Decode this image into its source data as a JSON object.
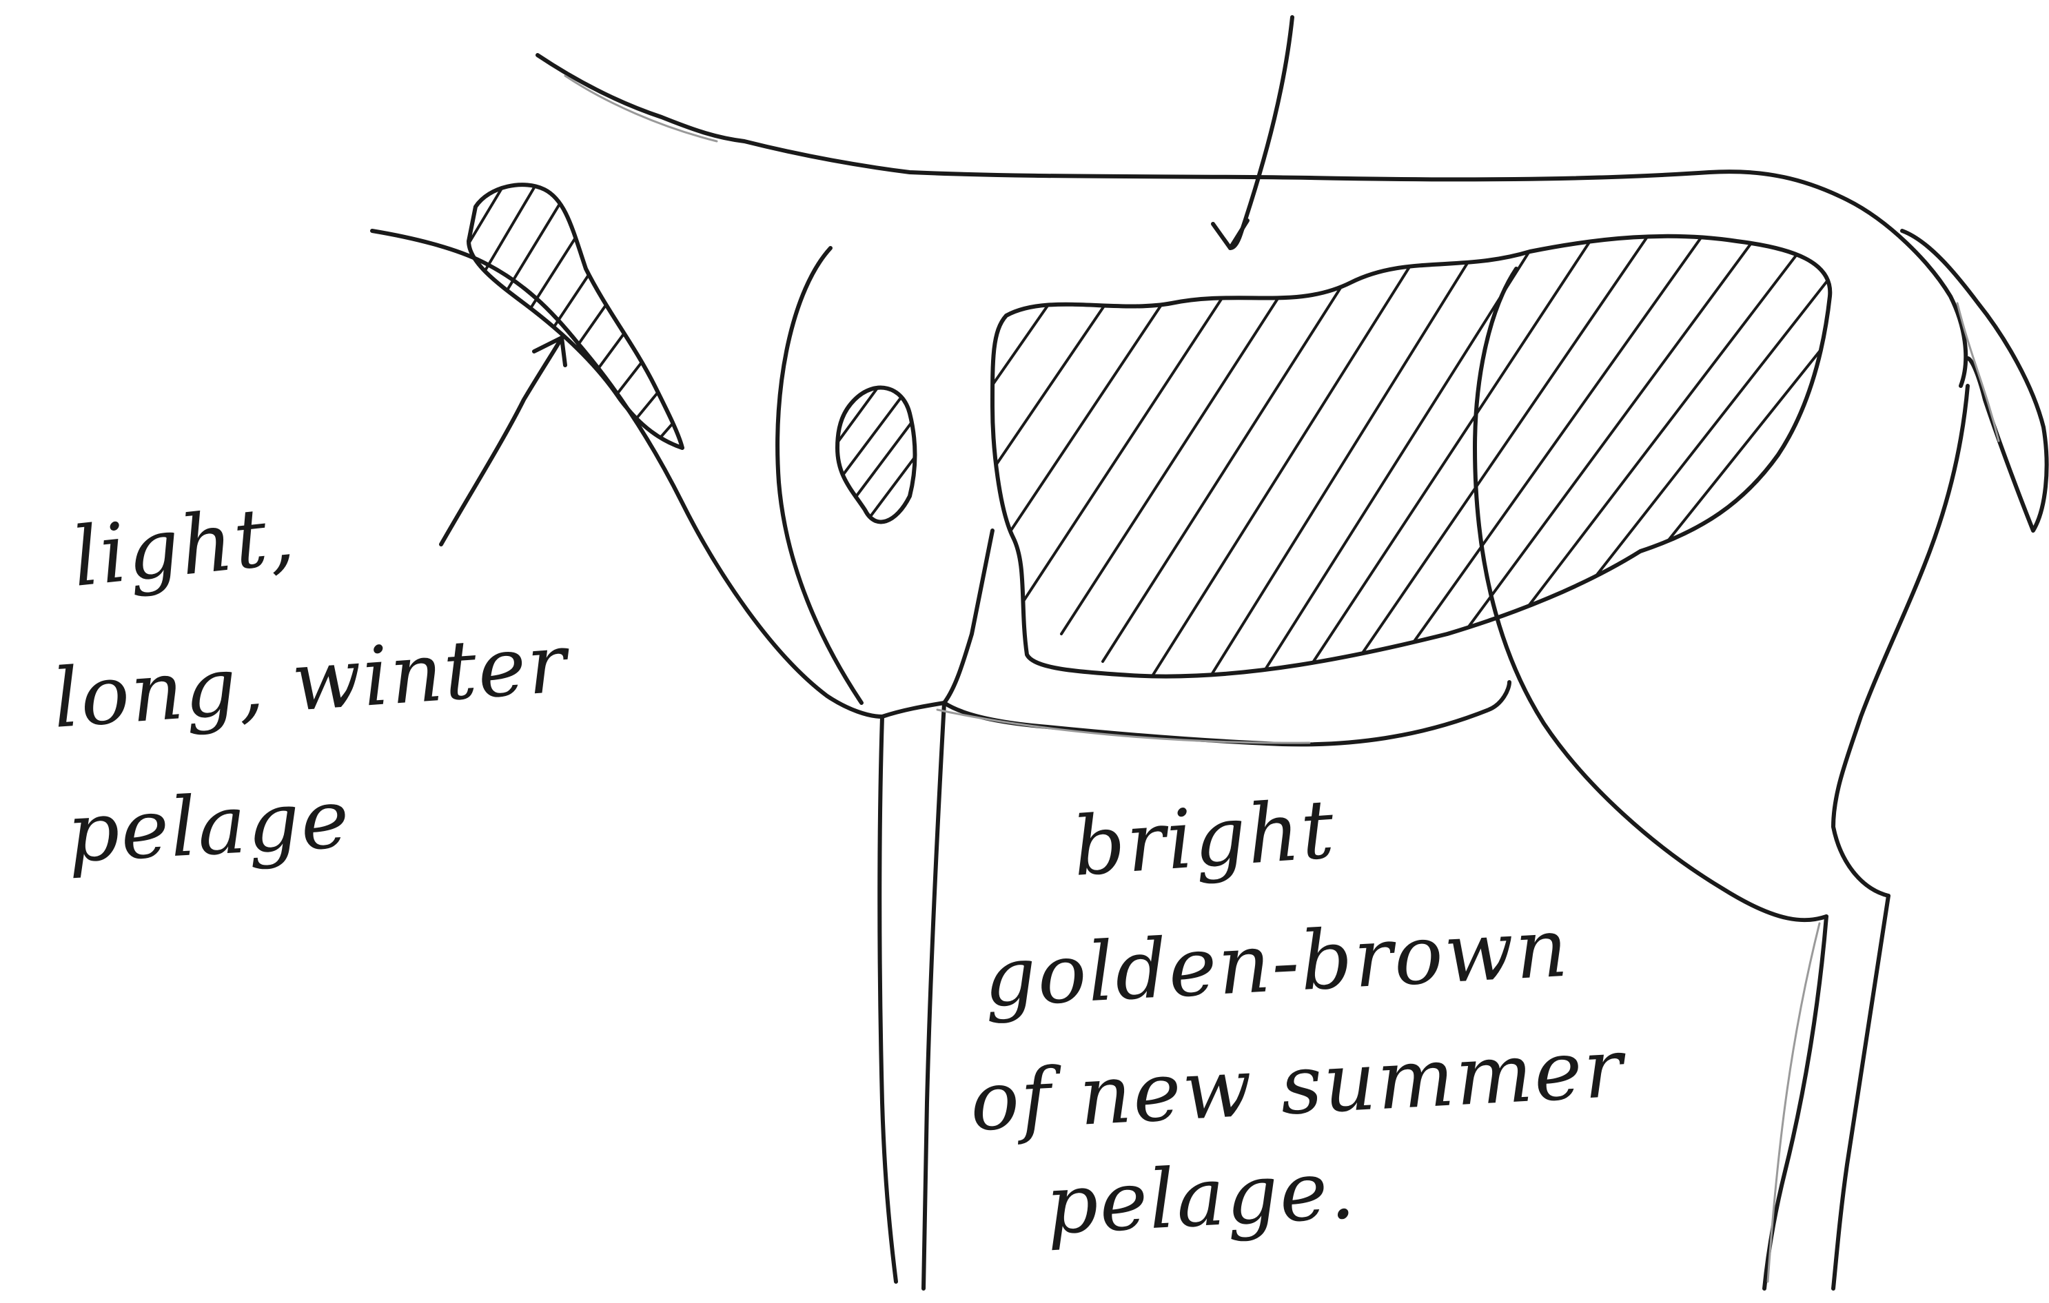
{
  "annotations": {
    "winter_label": [
      "light,",
      "long, winter",
      "pelage"
    ],
    "summer_label": [
      "bright",
      "golden-brown",
      "of new summer",
      "pelage."
    ]
  },
  "colors": {
    "ink": "#1a1a1a",
    "paper": "#ffffff"
  }
}
